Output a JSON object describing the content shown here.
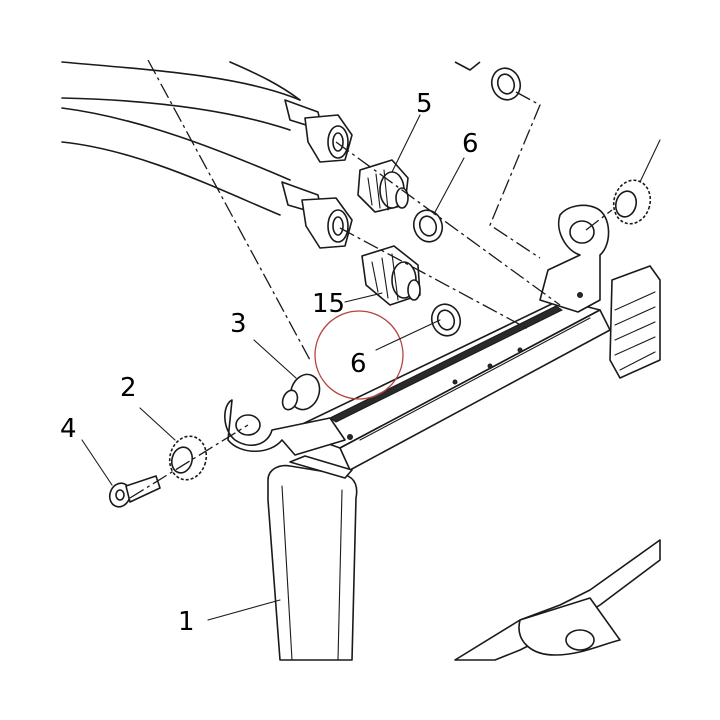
{
  "diagram": {
    "callouts": [
      {
        "id": "c1",
        "label": "1"
      },
      {
        "id": "c2",
        "label": "2"
      },
      {
        "id": "c3",
        "label": "3"
      },
      {
        "id": "c4",
        "label": "4"
      },
      {
        "id": "c5",
        "label": "5"
      },
      {
        "id": "c6a",
        "label": "6"
      },
      {
        "id": "c6b",
        "label": "6"
      },
      {
        "id": "c15",
        "label": "15"
      }
    ],
    "highlight_color": "#b5443f",
    "line_color": "#1a1a1a"
  }
}
